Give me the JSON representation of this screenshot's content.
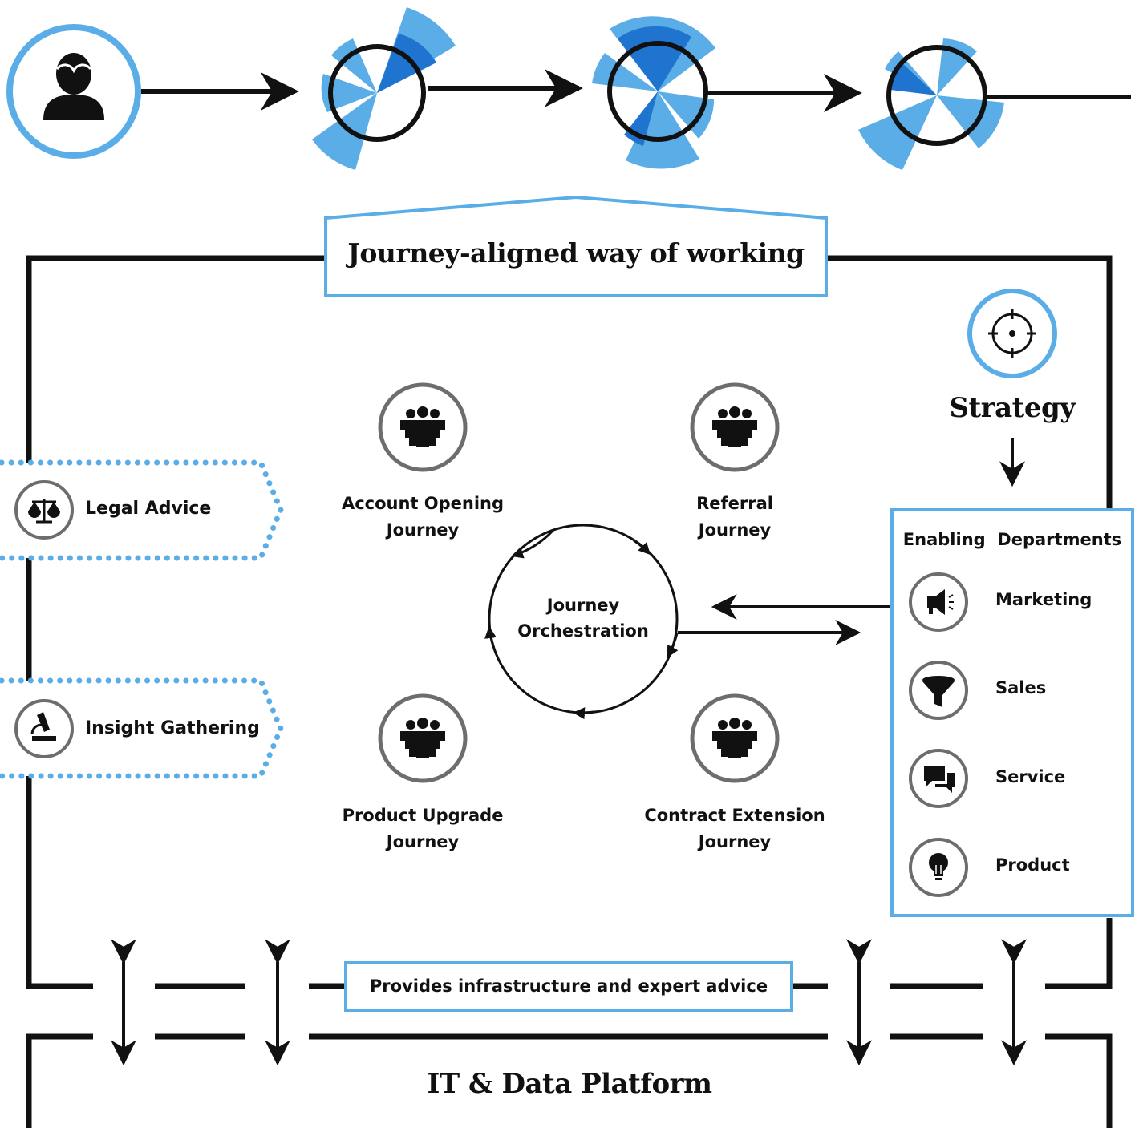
{
  "header": {
    "title": "Journey-aligned way of working"
  },
  "strategy": {
    "label": "Strategy",
    "icon": "target-icon"
  },
  "journeys": [
    {
      "line1": "Account Opening",
      "line2": "Journey",
      "icon": "group-icon"
    },
    {
      "line1": "Referral",
      "line2": "Journey",
      "icon": "group-icon"
    },
    {
      "line1": "Product Upgrade",
      "line2": "Journey",
      "icon": "group-icon"
    },
    {
      "line1": "Contract Extension",
      "line2": "Journey",
      "icon": "group-icon"
    }
  ],
  "orchestration": {
    "line1": "Journey",
    "line2": "Orchestration"
  },
  "enabling": {
    "title": "Enabling  Departments",
    "items": [
      {
        "label": "Marketing",
        "icon": "megaphone-icon"
      },
      {
        "label": "Sales",
        "icon": "funnel-icon"
      },
      {
        "label": "Service",
        "icon": "chat-bubbles-icon"
      },
      {
        "label": "Product",
        "icon": "lightbulb-icon"
      }
    ]
  },
  "side": [
    {
      "label": "Legal Advice",
      "icon": "scales-icon"
    },
    {
      "label": "Insight Gathering",
      "icon": "microscope-icon"
    }
  ],
  "infrastructure": {
    "label": "Provides infrastructure and expert advice"
  },
  "platform": {
    "label": "IT & Data Platform"
  },
  "colors": {
    "accent": "#5aade6",
    "accent_dark": "#1f74cf",
    "line": "#111111",
    "ring": "#6d6d6d"
  }
}
